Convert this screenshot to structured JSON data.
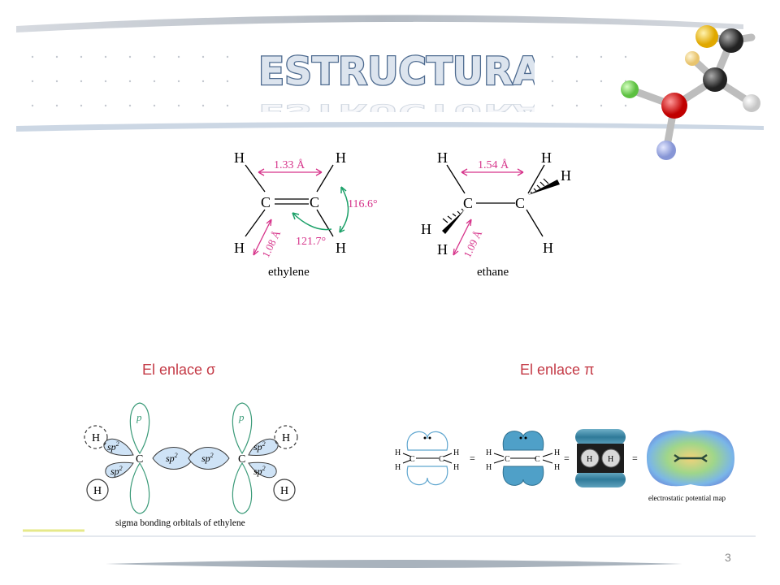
{
  "slide": {
    "title": "ESTRUCTURA",
    "page_number": "3"
  },
  "ethylene": {
    "caption": "ethylene",
    "bond_cc": "1.33 Å",
    "bond_ch": "1.08 Å",
    "angle_hch": "116.6°",
    "angle_hcc": "121.7°",
    "atom_c": "C",
    "atom_h": "H"
  },
  "ethane": {
    "caption": "ethane",
    "bond_cc": "1.54 Å",
    "bond_ch": "1.09 Å",
    "atom_c": "C",
    "atom_h": "H"
  },
  "sigma": {
    "label": "El enlace σ",
    "caption": "sigma bonding orbitals of ethylene",
    "p": "p",
    "sp2": "sp",
    "sup2": "2",
    "atom_c": "C",
    "atom_h": "H"
  },
  "pi": {
    "label": "El enlace π",
    "caption": "electrostatic potential map",
    "equals": "=",
    "atom_c": "C",
    "atom_h": "H"
  },
  "colors": {
    "title_fill": "#dce4ee",
    "title_stroke": "#4d6a8f",
    "label_red": "#c43a46",
    "measure_pink": "#d6338a",
    "angle_green": "#1ba068",
    "orbital_blue": "#cfe3f6",
    "pi_blue": "#4fa0c8"
  }
}
